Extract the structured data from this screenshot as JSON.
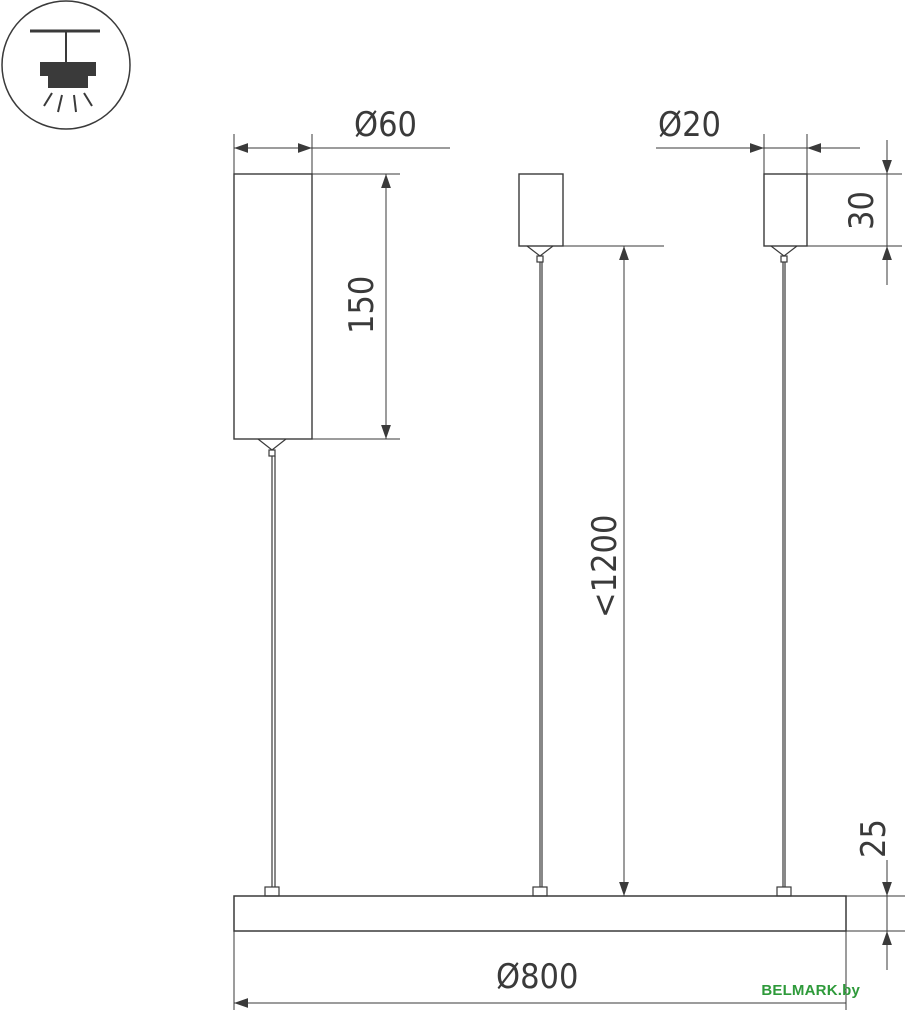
{
  "icon": {
    "name": "pendant-lamp-icon"
  },
  "dimensions": {
    "diameter_60": "Ø60",
    "diameter_20": "Ø20",
    "height_150": "150",
    "height_30": "30",
    "suspension": "<1200",
    "thickness_25": "25",
    "diameter_800": "Ø800"
  },
  "watermark": "BELMARK.by",
  "colors": {
    "line": "#3a3a3a",
    "watermark": "#2e9a3a"
  }
}
